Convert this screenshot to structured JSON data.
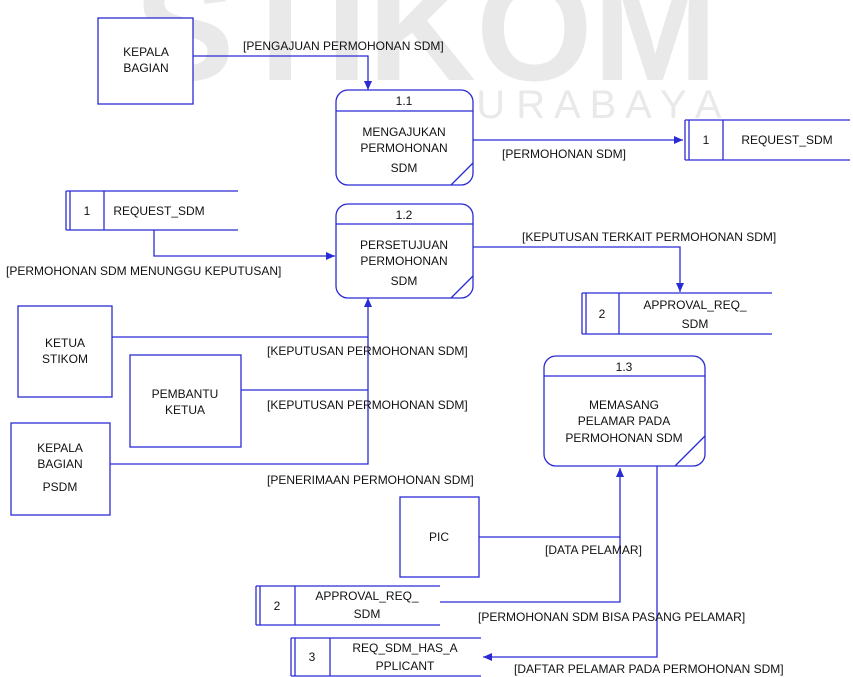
{
  "watermark": {
    "main": "STIKOM",
    "sub": "S U R A B A Y A"
  },
  "entities": {
    "kepala_bagian": [
      "KEPALA",
      "BAGIAN"
    ],
    "ketua_stikom": [
      "KETUA",
      "STIKOM"
    ],
    "pembantu_ketua": [
      "PEMBANTU",
      "KETUA"
    ],
    "kepala_bagian_psdm": [
      "KEPALA",
      "BAGIAN",
      "PSDM"
    ],
    "pic": "PIC"
  },
  "processes": {
    "p11": {
      "id": "1.1",
      "name": [
        "MENGAJUKAN",
        "PERMOHONAN",
        "SDM"
      ]
    },
    "p12": {
      "id": "1.2",
      "name": [
        "PERSETUJUAN",
        "PERMOHONAN",
        "SDM"
      ]
    },
    "p13": {
      "id": "1.3",
      "name": [
        "MEMASANG",
        "PELAMAR PADA",
        "PERMOHONAN SDM"
      ]
    }
  },
  "stores": {
    "request_top": {
      "num": "1",
      "name": "REQUEST_SDM"
    },
    "request_left": {
      "num": "1",
      "name": "REQUEST_SDM"
    },
    "approval_right": {
      "num": "2",
      "name": [
        "APPROVAL_REQ_",
        "SDM"
      ]
    },
    "approval_bottom": {
      "num": "2",
      "name": [
        "APPROVAL_REQ_",
        "SDM"
      ]
    },
    "req_has_applicant": {
      "num": "3",
      "name": [
        "REQ_SDM_HAS_A",
        "PPLICANT"
      ]
    }
  },
  "flows": {
    "pengajuan": "[PENGAJUAN PERMOHONAN SDM]",
    "permohonan": "[PERMOHONAN SDM]",
    "menunggu": "[PERMOHONAN SDM MENUNGGU KEPUTUSAN]",
    "keputusan_terkait": "[KEPUTUSAN TERKAIT PERMOHONAN SDM]",
    "keputusan_ketua": "[KEPUTUSAN PERMOHONAN SDM]",
    "keputusan_pembantu": "[KEPUTUSAN PERMOHONAN SDM]",
    "penerimaan": "[PENERIMAAN PERMOHONAN SDM]",
    "data_pelamar": "[DATA PELAMAR]",
    "bisa_pasang": "[PERMOHONAN SDM BISA PASANG PELAMAR]",
    "daftar_pelamar": "[DAFTAR PELAMAR PADA PERMOHONAN SDM]"
  }
}
